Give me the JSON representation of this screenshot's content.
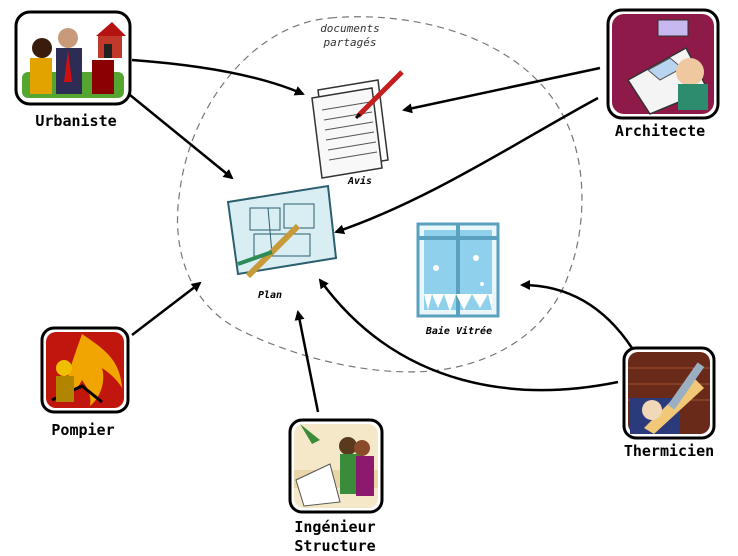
{
  "zone": {
    "title_line1": "documents",
    "title_line2": "partagés"
  },
  "documents": {
    "avis": "Avis",
    "plan": "Plan",
    "baie": "Baie Vitrée"
  },
  "actors": {
    "urbaniste": "Urbaniste",
    "architecte": "Architecte",
    "pompier": "Pompier",
    "thermicien": "Thermicien",
    "ingenieur_line1": "Ingénieur",
    "ingenieur_line2": "Structure"
  }
}
